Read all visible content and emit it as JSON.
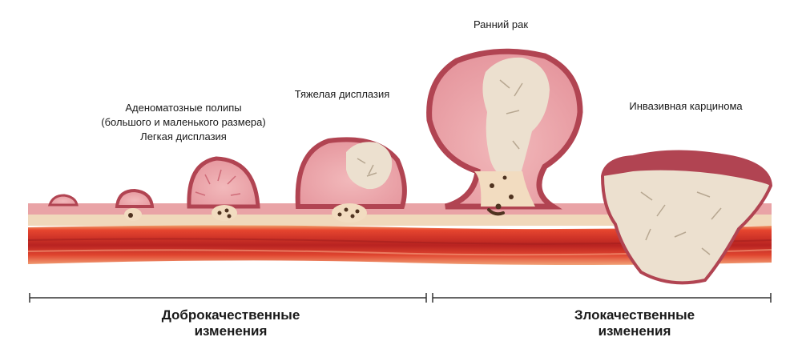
{
  "stages": {
    "adenoma": [
      "Аденоматозные полипы",
      "(большого и маленького размера)",
      "Легкая дисплазия"
    ],
    "severe": "Тяжелая дисплазия",
    "early": "Ранний рак",
    "invasive": "Инвазивная карцинома"
  },
  "categories": {
    "benign": [
      "Доброкачественные",
      "изменения"
    ],
    "malignant": [
      "Злокачественные",
      "изменения"
    ]
  },
  "colors": {
    "mucosa": "#e9a3a6",
    "mucosa_edge": "#b14452",
    "stroma": "#f2dcc0",
    "muscle": "#d9332b",
    "muscle_dark": "#a82422",
    "tumor": "#ece0cf",
    "cell_spots": "#5a3b25"
  }
}
